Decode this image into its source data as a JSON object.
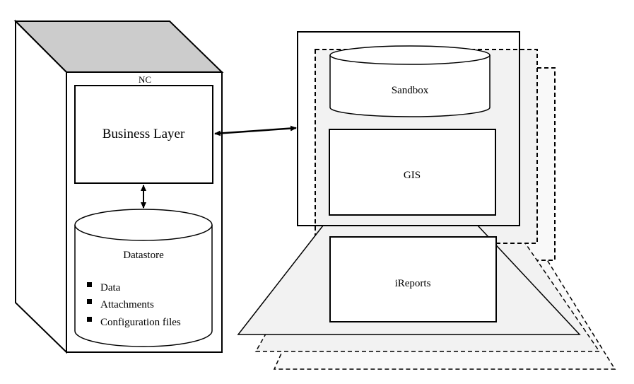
{
  "colors": {
    "roof": "#cccccc",
    "panel": "#f2f2f2",
    "panel_back": "#f9f9f9",
    "stroke": "#000000"
  },
  "server": {
    "label": "NC",
    "business_layer": "Business Layer",
    "datastore": {
      "title": "Datastore",
      "items": [
        "Data",
        "Attachments",
        "Configuration files"
      ]
    }
  },
  "client": {
    "sandbox": "Sandbox",
    "gis": "GIS",
    "ireports": "iReports"
  }
}
